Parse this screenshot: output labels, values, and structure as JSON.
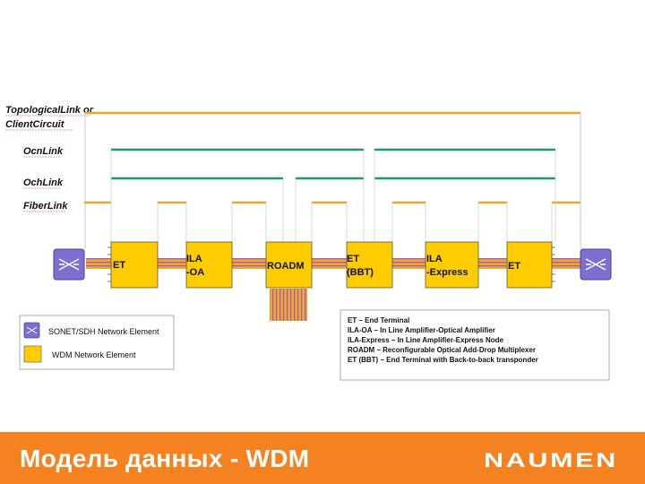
{
  "layer_labels": {
    "topological": "TopologicalLink or",
    "topological_2": "ClientCircuit",
    "ocn": "OcnLink",
    "och": "OchLink",
    "fiber": "FiberLink"
  },
  "nodes": [
    {
      "id": "et1",
      "line1": "ET",
      "line2": ""
    },
    {
      "id": "ila_oa",
      "line1": "ILA",
      "line2": "-OA"
    },
    {
      "id": "roadm",
      "line1": "ROADM",
      "line2": ""
    },
    {
      "id": "et_bbt",
      "line1": "ET",
      "line2": "(BBT)"
    },
    {
      "id": "ila_express",
      "line1": "ILA",
      "line2": "-Express"
    },
    {
      "id": "et2",
      "line1": "ET",
      "line2": ""
    }
  ],
  "legend": {
    "sonet": "SONET/SDH Network Element",
    "wdm": "WDM Network Element"
  },
  "definitions": [
    "ET – End Terminal",
    "ILA-OA – In Line Amplifier-Optical Amplifier",
    "ILA-Express – In Line Amplifier-Express Node",
    "ROADM – Reconfigurable Optical Add-Drop Multiplexer",
    "ET (BBT) – End Terminal with Back-to-back transponder"
  ],
  "footer": {
    "title": "Модель данных - WDM",
    "logo": "NAUMEN"
  },
  "colors": {
    "orange": "#f5a623",
    "green": "#1a9a6a",
    "node": "#ffcc00",
    "sonet": "#7b6fd0",
    "footer": "#f58220"
  }
}
